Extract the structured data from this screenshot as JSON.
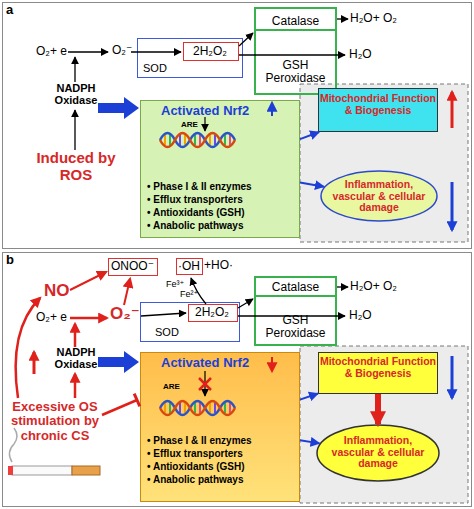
{
  "diagram": {
    "nodes": [
      {
        "text": [
          "a"
        ]
      },
      {
        "text": [
          "SOD"
        ],
        "in": 0
      },
      {
        "text": [
          "2H₂O₂"
        ],
        "in": 1
      },
      {
        "text": [
          "Catalase",
          "GSH Peroxidase"
        ],
        "in": 0
      },
      {
        "text": [
          "Activated Nrf2",
          "ARE",
          "• Phase I & II enzymes",
          "• Efflux transporters",
          "• Antioxidants (GSH)",
          "• Anabolic pathways"
        ],
        "in": 0
      },
      {
        "text": [
          "Mitochondrial Function & Biogenesis"
        ],
        "in": 0
      },
      {
        "text": [
          "Inflammation, vascular & cellular damage"
        ],
        "in": 0
      },
      {
        "text": [
          "b"
        ]
      },
      {
        "text": [
          "ONOO⁻"
        ],
        "in": 7
      },
      {
        "text": [
          "·OH"
        ],
        "in": 7
      },
      {
        "text": [
          "SOD"
        ],
        "in": 7
      },
      {
        "text": [
          "2H₂O₂"
        ],
        "in": 10
      },
      {
        "text": [
          "Catalase",
          "GSH Peroxidase"
        ],
        "in": 7
      },
      {
        "text": [
          "Activated Nrf2",
          "ARE",
          "• Phase I & II enzymes",
          "• Efflux transporters",
          "• Antioxidants (GSH)",
          "• Anabolic pathways"
        ],
        "in": 7
      },
      {
        "text": [
          "Mitochondrial Function & Biogenesis"
        ],
        "in": 7
      },
      {
        "text": [
          "Inflammation, vascular & cellular damage"
        ],
        "in": 7
      }
    ],
    "edges": [
      {
        "from": 4,
        "to": 5,
        "arrow": "to"
      },
      {
        "from": 4,
        "to": 6,
        "arrow": "to"
      },
      {
        "from": 13,
        "to": 14,
        "arrow": "to"
      },
      {
        "from": 13,
        "to": 15,
        "arrow": "to"
      },
      {
        "from": 14,
        "to": 15,
        "arrow": "to"
      }
    ],
    "labels": [
      "O₂+ e",
      "O₂⁻",
      "NADPH Oxidase",
      "Induced by ROS",
      "H₂O+ O₂",
      "H₂O",
      "NO",
      "+HO·",
      "Fe³⁺",
      "Fe²⁺",
      "O₂+ e",
      "O₂⁻",
      "H₂O+ O₂",
      "H₂O",
      "NADPH Oxidase",
      "Excessive OS stimulation by chronic CS"
    ]
  }
}
